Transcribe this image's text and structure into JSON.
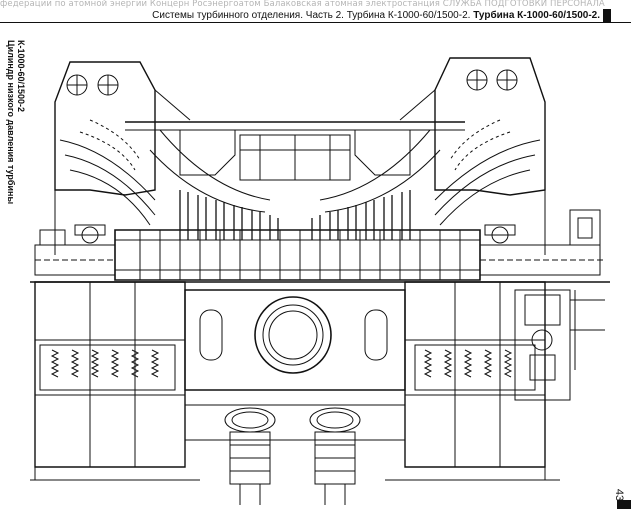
{
  "page": {
    "watermark_line": "федерации по атомной энергии  Концерн Росэнергоатом  Балаковская атомная электростанция  СЛУЖБА ПОДГОТОВКИ ПЕРСОНАЛА",
    "header_plain": "Системы турбинного отделения. Часть 2. Турбина К-1000-60/1500-2. ",
    "header_bold": "Турбина К-1000-60/1500-2.",
    "side_caption_line1": "Цилиндр низкого давления турбины",
    "side_caption_line2": "К-1000-60/1500-2",
    "page_number": "43"
  },
  "colors": {
    "ink": "#111111",
    "watermark": "#b5b5b5",
    "paper": "#ffffff"
  }
}
